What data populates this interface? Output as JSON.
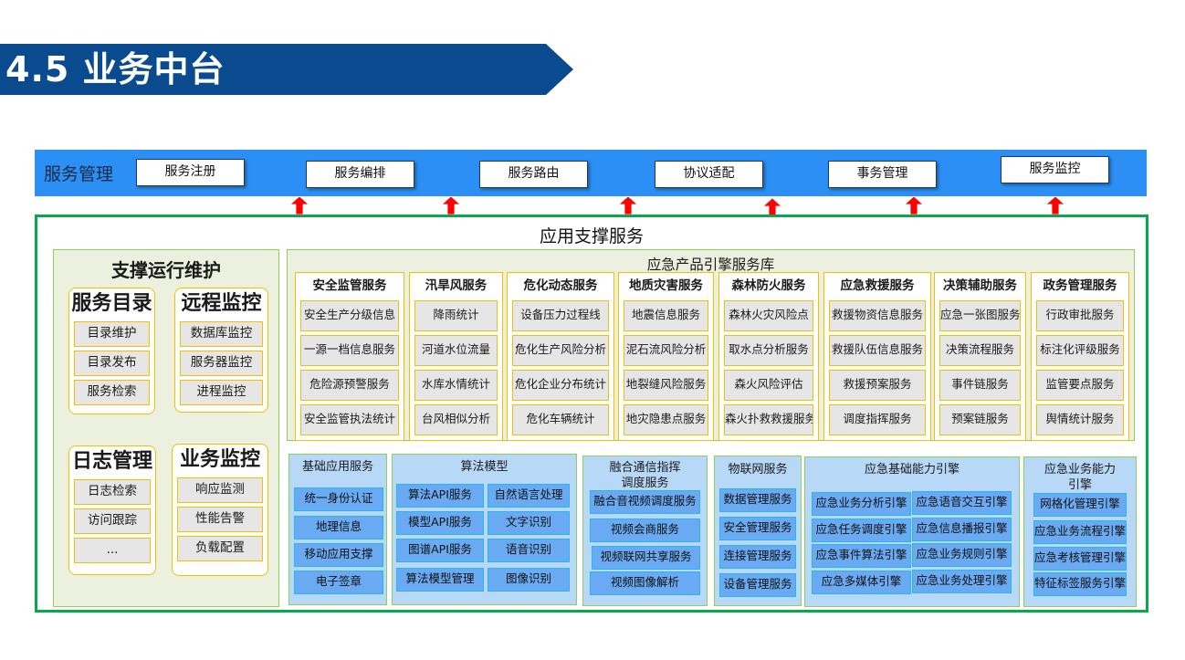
{
  "title": "4.5 业务中台",
  "colors": {
    "banner": "#0a4b8f",
    "service_bar": "#2c8ff5",
    "frame_green": "#08a84c",
    "arrow_red": "#ff0000",
    "item_border_yellow": "#f2c000",
    "blue_panel": "#b8d8f8",
    "blue_item": "#6aaaf2"
  },
  "service_management": {
    "label": "服务管理",
    "buttons": [
      "服务注册",
      "服务编排",
      "服务路由",
      "协议适配",
      "事务管理",
      "服务监控"
    ],
    "arrow_icon": "up-arrow-icon",
    "arrow_count": 6
  },
  "app_support": {
    "title": "应用支撑服务",
    "ops": {
      "title": "支撑运行维护",
      "groups": [
        {
          "title": "服务目录",
          "items": [
            "目录维护",
            "目录发布",
            "服务检索"
          ]
        },
        {
          "title": "远程监控",
          "items": [
            "数据库监控",
            "服务器监控",
            "进程监控"
          ]
        },
        {
          "title": "日志管理",
          "items": [
            "日志检索",
            "访问跟踪",
            "..."
          ]
        },
        {
          "title": "业务监控",
          "items": [
            "响应监测",
            "性能告警",
            "负载配置"
          ]
        }
      ]
    },
    "engine_library": {
      "title": "应急产品引擎服务库",
      "columns": [
        {
          "title": "安全监管服务",
          "items": [
            "安全生产分级信息",
            "一源一档信息服务",
            "危险源预警服务",
            "安全监管执法统计"
          ]
        },
        {
          "title": "汛旱风服务",
          "items": [
            "降雨统计",
            "河道水位流量",
            "水库水情统计",
            "台风相似分析"
          ]
        },
        {
          "title": "危化动态服务",
          "items": [
            "设备压力过程线",
            "危化生产风险分析",
            "危化企业分布统计",
            "危化车辆统计"
          ]
        },
        {
          "title": "地质灾害服务",
          "items": [
            "地震信息服务",
            "泥石流风险分析",
            "地裂缝风险服务",
            "地灾隐患点服务"
          ]
        },
        {
          "title": "森林防火服务",
          "items": [
            "森林火灾风险点",
            "取水点分析服务",
            "森火风险评估",
            "森火扑救救援服务"
          ]
        },
        {
          "title": "应急救援服务",
          "items": [
            "救援物资信息服务",
            "救援队伍信息服务",
            "救援预案服务",
            "调度指挥服务"
          ]
        },
        {
          "title": "决策辅助服务",
          "items": [
            "应急一张图服务",
            "决策流程服务",
            "事件链服务",
            "预案链服务"
          ]
        },
        {
          "title": "政务管理服务",
          "items": [
            "行政审批服务",
            "标注化评级服务",
            "监管要点服务",
            "舆情统计服务"
          ]
        }
      ]
    },
    "basic_app": {
      "title": "基础应用服务",
      "items": [
        "统一身份认证",
        "地理信息",
        "移动应用支撑",
        "电子签章"
      ]
    },
    "algorithm": {
      "title": "算法模型",
      "items": [
        "算法API服务",
        "自然语言处理",
        "模型API服务",
        "文字识别",
        "图谱API服务",
        "语音识别",
        "算法模型管理",
        "图像识别"
      ]
    },
    "comm": {
      "title_line1": "融合通信指挥",
      "title_line2": "调度服务",
      "items": [
        "融合音视频调度服务",
        "视频会商服务",
        "视频联网共享服务",
        "视频图像解析"
      ]
    },
    "iot": {
      "title": "物联网服务",
      "items": [
        "数据管理服务",
        "安全管理服务",
        "连接管理服务",
        "设备管理服务"
      ]
    },
    "basic_engine": {
      "title": "应急基础能力引擎",
      "items": [
        "应急业务分析引擎",
        "应急语音交互引擎",
        "应急任务调度引擎",
        "应急信息播报引擎",
        "应急事件算法引擎",
        "应急业务规则引擎",
        "应急多媒体引擎",
        "应急业务处理引擎"
      ]
    },
    "biz_engine": {
      "title_line1": "应急业务能力",
      "title_line2": "引擎",
      "items": [
        "网格化管理引擎",
        "应急业务流程引擎",
        "应急考核管理引擎",
        "特征标签服务引擎"
      ]
    }
  }
}
